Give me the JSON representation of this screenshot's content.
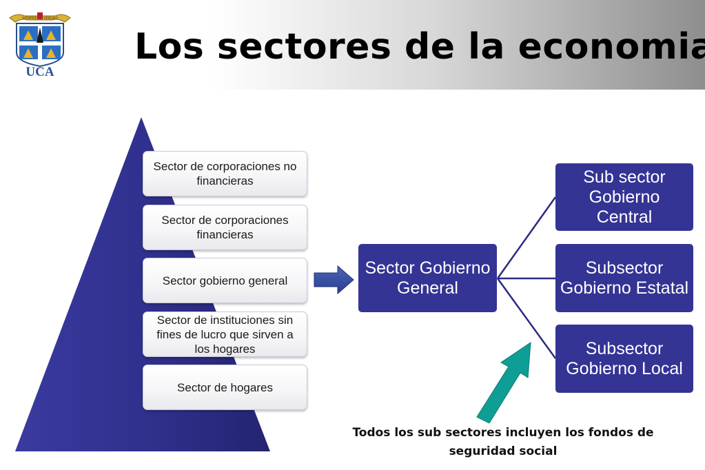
{
  "header": {
    "title": "Los sectores de la economia",
    "logo_text": "UCA",
    "logo_banner": "SIEMPRE LA VERDAD"
  },
  "pyramid": {
    "levels": [
      {
        "label": "Sector de corporaciones no financieras"
      },
      {
        "label": "Sector de corporaciones financieras"
      },
      {
        "label": "Sector gobierno general"
      },
      {
        "label": "Sector de instituciones sin fines de lucro que sirven a los hogares"
      },
      {
        "label": "Sector de hogares"
      }
    ]
  },
  "diagram": {
    "center": "Sector Gobierno General",
    "subsectors": [
      "Sub sector Gobierno Central",
      "Subsector Gobierno Estatal",
      "Subsector Gobierno Local"
    ],
    "note": "Todos los sub sectores incluyen los fondos de seguridad social"
  },
  "colors": {
    "box_blue": "#343495",
    "pyramid_blue": "#2e2e8a",
    "teal_arrow": "#0f9e96",
    "connector": "#2a2a80"
  }
}
